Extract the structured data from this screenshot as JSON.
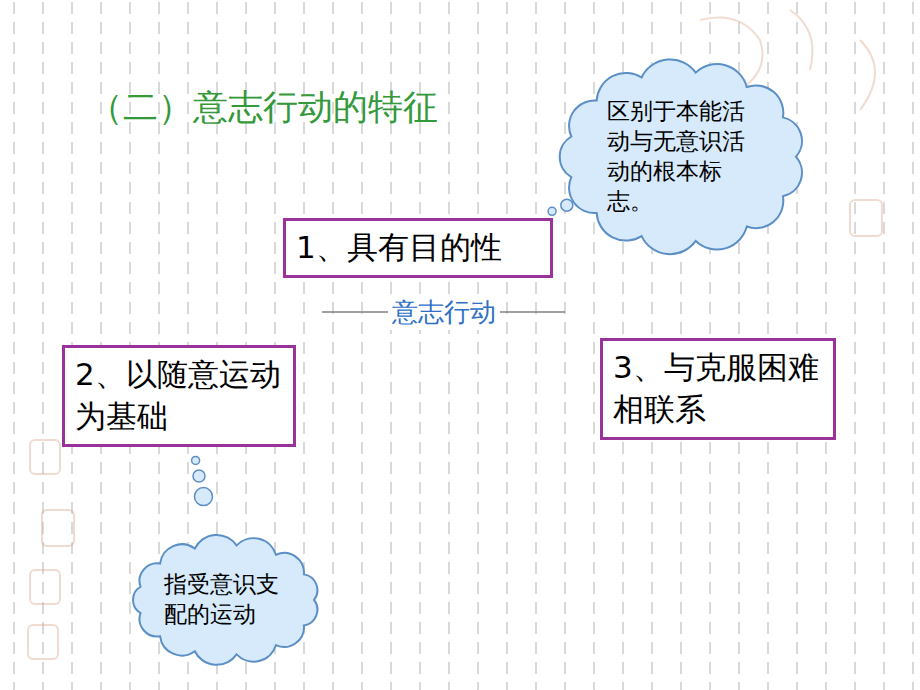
{
  "diagram": {
    "title": "（二）意志行动的特征",
    "nodes": [
      {
        "text": [
          "区别于本能活动与无意识活动的根本标志。"
        ]
      },
      {
        "text": [
          "1、具有目的性"
        ]
      },
      {
        "text": [
          "2、以随意运动为基础"
        ]
      },
      {
        "text": [
          "3、与克服困难相联系"
        ]
      },
      {
        "text": [
          "指受意识支配的运动"
        ]
      }
    ],
    "edges": [
      {
        "from": 0,
        "to": 1,
        "arrow": "none"
      },
      {
        "from": 2,
        "to": 4,
        "arrow": "none"
      }
    ],
    "labels": [
      "意志行动"
    ]
  }
}
